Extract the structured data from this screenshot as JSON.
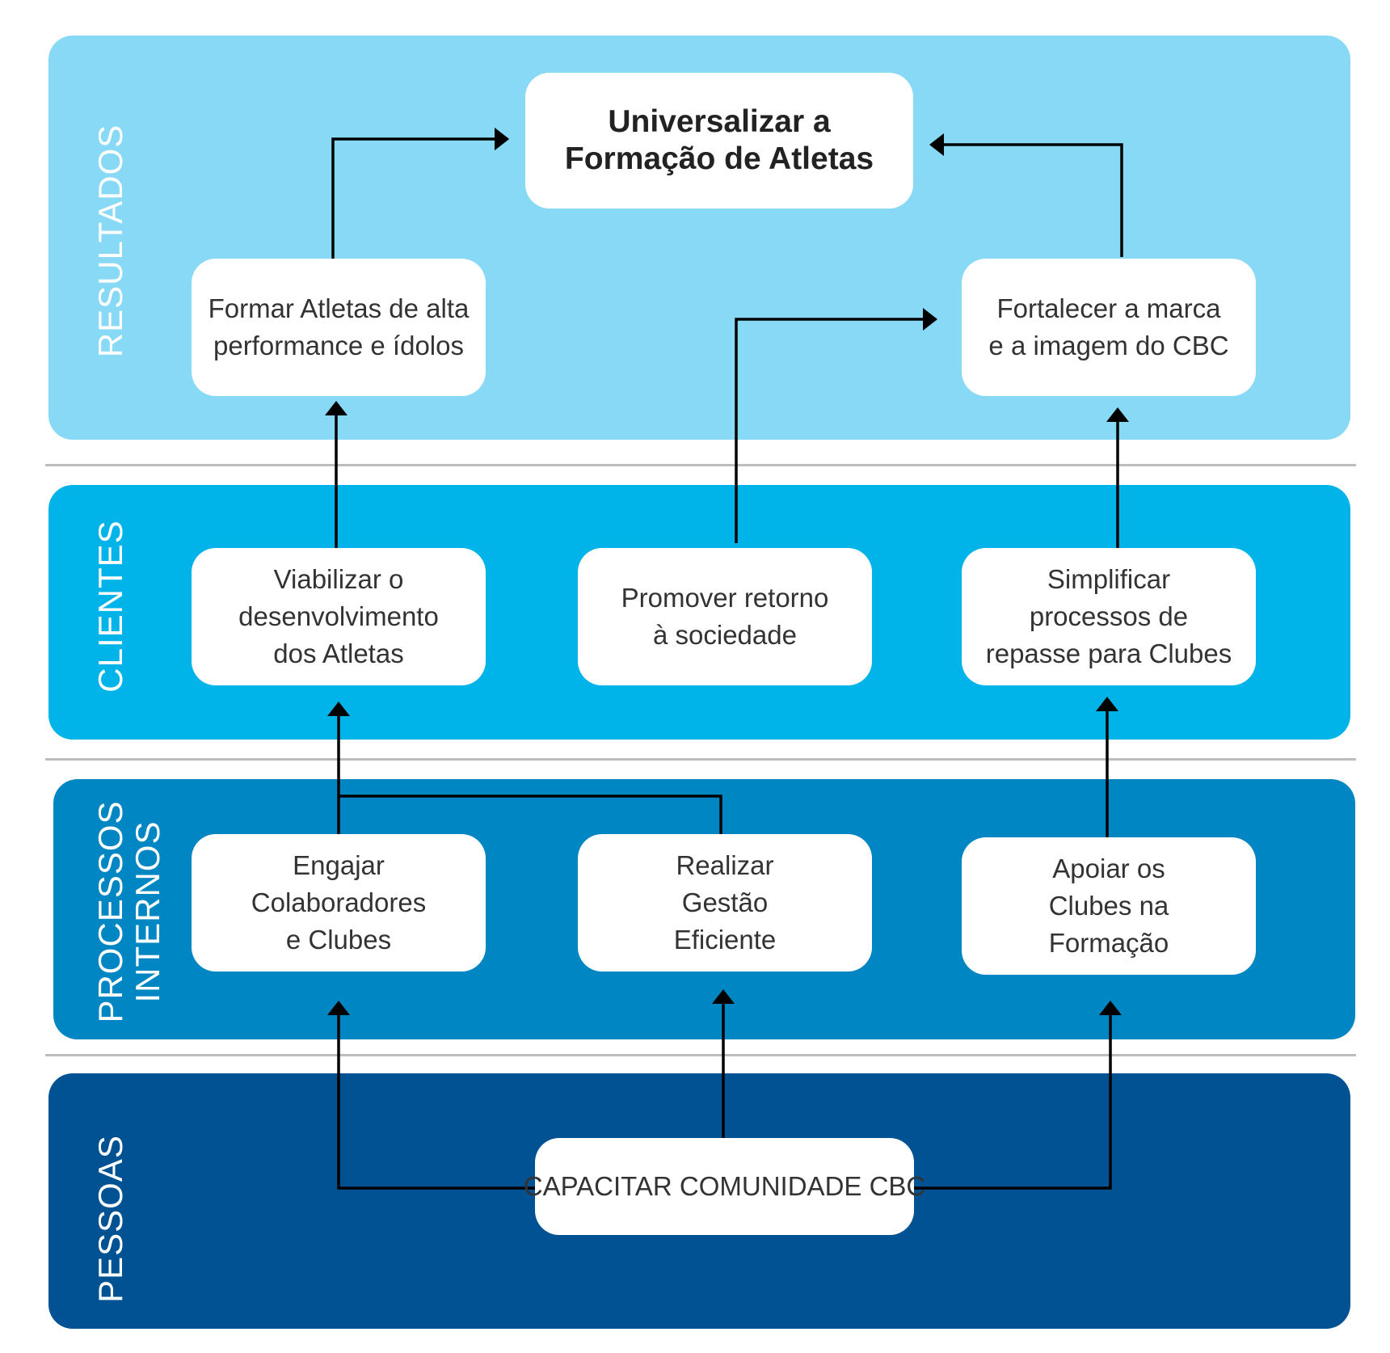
{
  "colors": {
    "resultados": "#87d9f5",
    "clientes": "#00b4ea",
    "processos": "#0086c3",
    "pessoas": "#005293",
    "connector": "#000000"
  },
  "layers": {
    "resultados": "RESULTADOS",
    "clientes": "CLIENTES",
    "processos": "PROCESSOS\nINTERNOS",
    "pessoas": "PESSOAS"
  },
  "boxes": {
    "goal": "Universalizar a\nFormação de Atletas",
    "formar_atletas": "Formar Atletas de alta\nperformance e ídolos",
    "fortalecer_marca": "Fortalecer a marca\ne a imagem do CBC",
    "viabilizar": "Viabilizar o\ndesenvolvimento\ndos Atletas",
    "promover": "Promover retorno\nà sociedade",
    "simplificar": "Simplificar\nprocessos de\nrepasse para Clubes",
    "engajar": "Engajar\nColaboradores\ne Clubes",
    "realizar": "Realizar\nGestão\nEficiente",
    "apoiar": "Apoiar os\nClubes na\nFormação",
    "capacitar": "CAPACITAR COMUNIDADE CBC"
  }
}
